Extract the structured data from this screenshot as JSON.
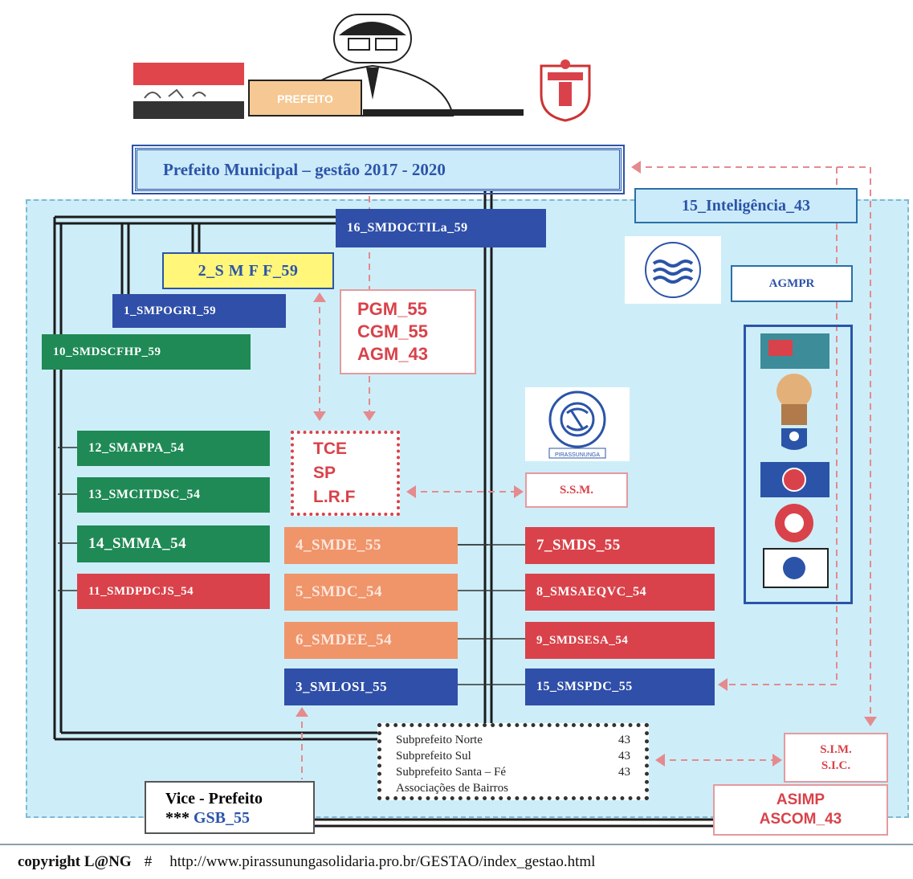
{
  "header": {
    "desk_sign": "PREFEITO",
    "title": "Prefeito Municipal – gestão 2017 - 2020"
  },
  "intelligence": {
    "label": "15_Inteligência_43",
    "agmpr": "AGMPR"
  },
  "secretariats": {
    "s16": "16_SMDOCTILa_59",
    "s2": "2_S M F F_59",
    "s1": "1_SMPOGRI_59",
    "s10": "10_SMDSCFHP_59",
    "s12": "12_SMAPPA_54",
    "s13": "13_SMCITDSC_54",
    "s14": "14_SMMA_54",
    "s11": "11_SMDPDCJS_54",
    "s4": "4_SMDE_55",
    "s5": "5_SMDC_54",
    "s6": "6_SMDEE_54",
    "s3": "3_SMLOSI_55",
    "s7": "7_SMDS_55",
    "s8": "8_SMSAEQVC_54",
    "s9": "9_SMDSESA_54",
    "s15": "15_SMSPDC_55"
  },
  "legal": {
    "pgm": "PGM_55",
    "cgm": "CGM_55",
    "agm": "AGM_43"
  },
  "tce": {
    "line1": "TCE",
    "line2": "SP",
    "line3": "L.R.F"
  },
  "ssm": "S.S.M.",
  "union_seal": {
    "text": "PIRASSUNUNGA"
  },
  "subprefeituras": [
    {
      "name": "Subprefeito Norte",
      "value": "43"
    },
    {
      "name": "Subprefeito Sul",
      "value": "43"
    },
    {
      "name": "Subprefeito Santa – Fé",
      "value": "43"
    },
    {
      "name": "Associações de Bairros",
      "value": ""
    }
  ],
  "vice": {
    "title": "Vice - Prefeito",
    "stars": "***",
    "gsb": "GSB",
    "gsb_suffix": "_55"
  },
  "sim": {
    "line1": "S.I.M.",
    "line2": "S.I.C."
  },
  "asimp": {
    "line1": "ASIMP",
    "line2": "ASCOM_43"
  },
  "footer": {
    "copyright": "copyright L@NG",
    "hash": "#",
    "url": "http://www.pirassunungasolidaria.pro.br/GESTAO/index_gestao.html"
  },
  "colors": {
    "blue": "#2f4fa8",
    "green": "#1f8a55",
    "red": "#d9424a",
    "orange": "#f0946a",
    "yellow": "#fff67a",
    "background": "#cdeef8"
  }
}
